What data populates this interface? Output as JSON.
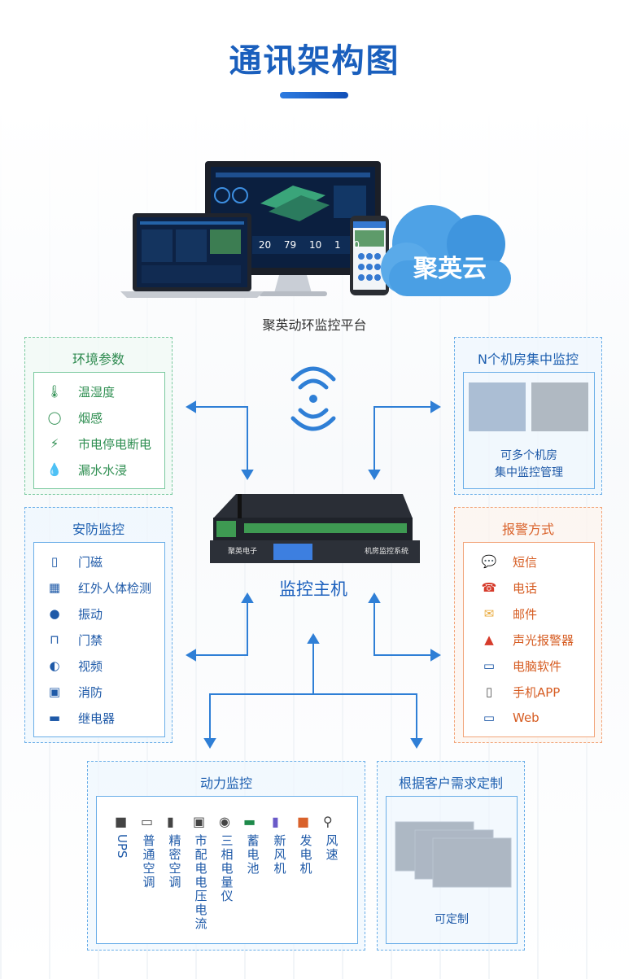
{
  "title": "通讯架构图",
  "platform_label": "聚英动环监控平台",
  "cloud_label": "聚英云",
  "host_label": "监控主机",
  "host_device": {
    "brand": "聚英电子",
    "model": "机房监控系统"
  },
  "screen_numbers": [
    "20",
    "79",
    "10",
    "1",
    "0"
  ],
  "environment": {
    "title": "环境参数",
    "items": [
      "温湿度",
      "烟感",
      "市电停电断电",
      "漏水水浸"
    ]
  },
  "security": {
    "title": "安防监控",
    "items": [
      "门磁",
      "红外人体检测",
      "振动",
      "门禁",
      "视频",
      "消防",
      "继电器"
    ]
  },
  "rooms": {
    "title": "N个机房集中监控",
    "caption_line1": "可多个机房",
    "caption_line2": "集中监控管理"
  },
  "alarm": {
    "title": "报警方式",
    "items": [
      "短信",
      "电话",
      "邮件",
      "声光报警器",
      "电脑软件",
      "手机APP",
      "Web"
    ]
  },
  "power": {
    "title": "动力监控",
    "items": [
      "UPS",
      "普通空调",
      "精密空调",
      "市配电电压电流",
      "三相电量仪",
      "蓄电池",
      "新风机",
      "发电机",
      "风速"
    ]
  },
  "custom": {
    "title": "根据客户需求定制",
    "caption": "可定制"
  },
  "colors": {
    "primary": "#1a5fbd",
    "green": "#2d8a4f",
    "orange": "#d9622b",
    "arrow": "#2f7fd6"
  }
}
